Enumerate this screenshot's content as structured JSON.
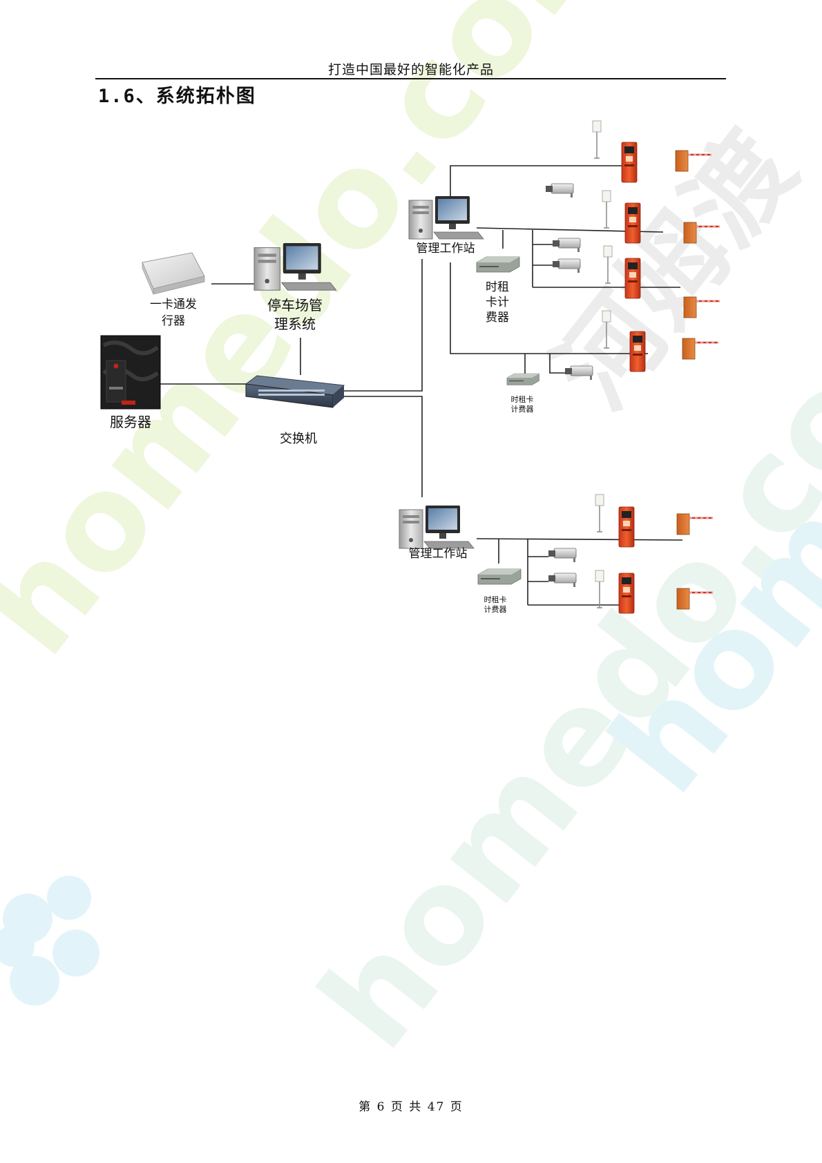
{
  "header": {
    "title": "打造中国最好的智能化产品"
  },
  "section": {
    "title": "1.6、系统拓朴图"
  },
  "diagram": {
    "nodes": {
      "card_issuer": {
        "line1": "一卡通发",
        "line2": "行器"
      },
      "parking_system": {
        "line1": "停车场管",
        "line2": "理系统"
      },
      "server": {
        "label": "服务器"
      },
      "switch": {
        "label": "交换机"
      },
      "workstation_top": {
        "label": "管理工作站"
      },
      "meter_top_main": {
        "line1": "时租",
        "line2": "卡计",
        "line3": "费器"
      },
      "meter_top_small": {
        "line1": "时租卡",
        "line2": "计费器"
      },
      "workstation_bottom": {
        "label": "管理工作站"
      },
      "meter_bottom": {
        "line1": "时租卡",
        "line2": "计费器"
      }
    }
  },
  "watermark": {
    "text": "homedo.com",
    "brand_text": "河姆渡"
  },
  "footer": {
    "page_text": "第 6 页 共 47 页"
  },
  "colors": {
    "accent_orange": "#e2481c",
    "barrier_orange": "#d9702a",
    "watermark_green": "#eef6dc",
    "watermark_cyan": "#e3f4f8"
  }
}
